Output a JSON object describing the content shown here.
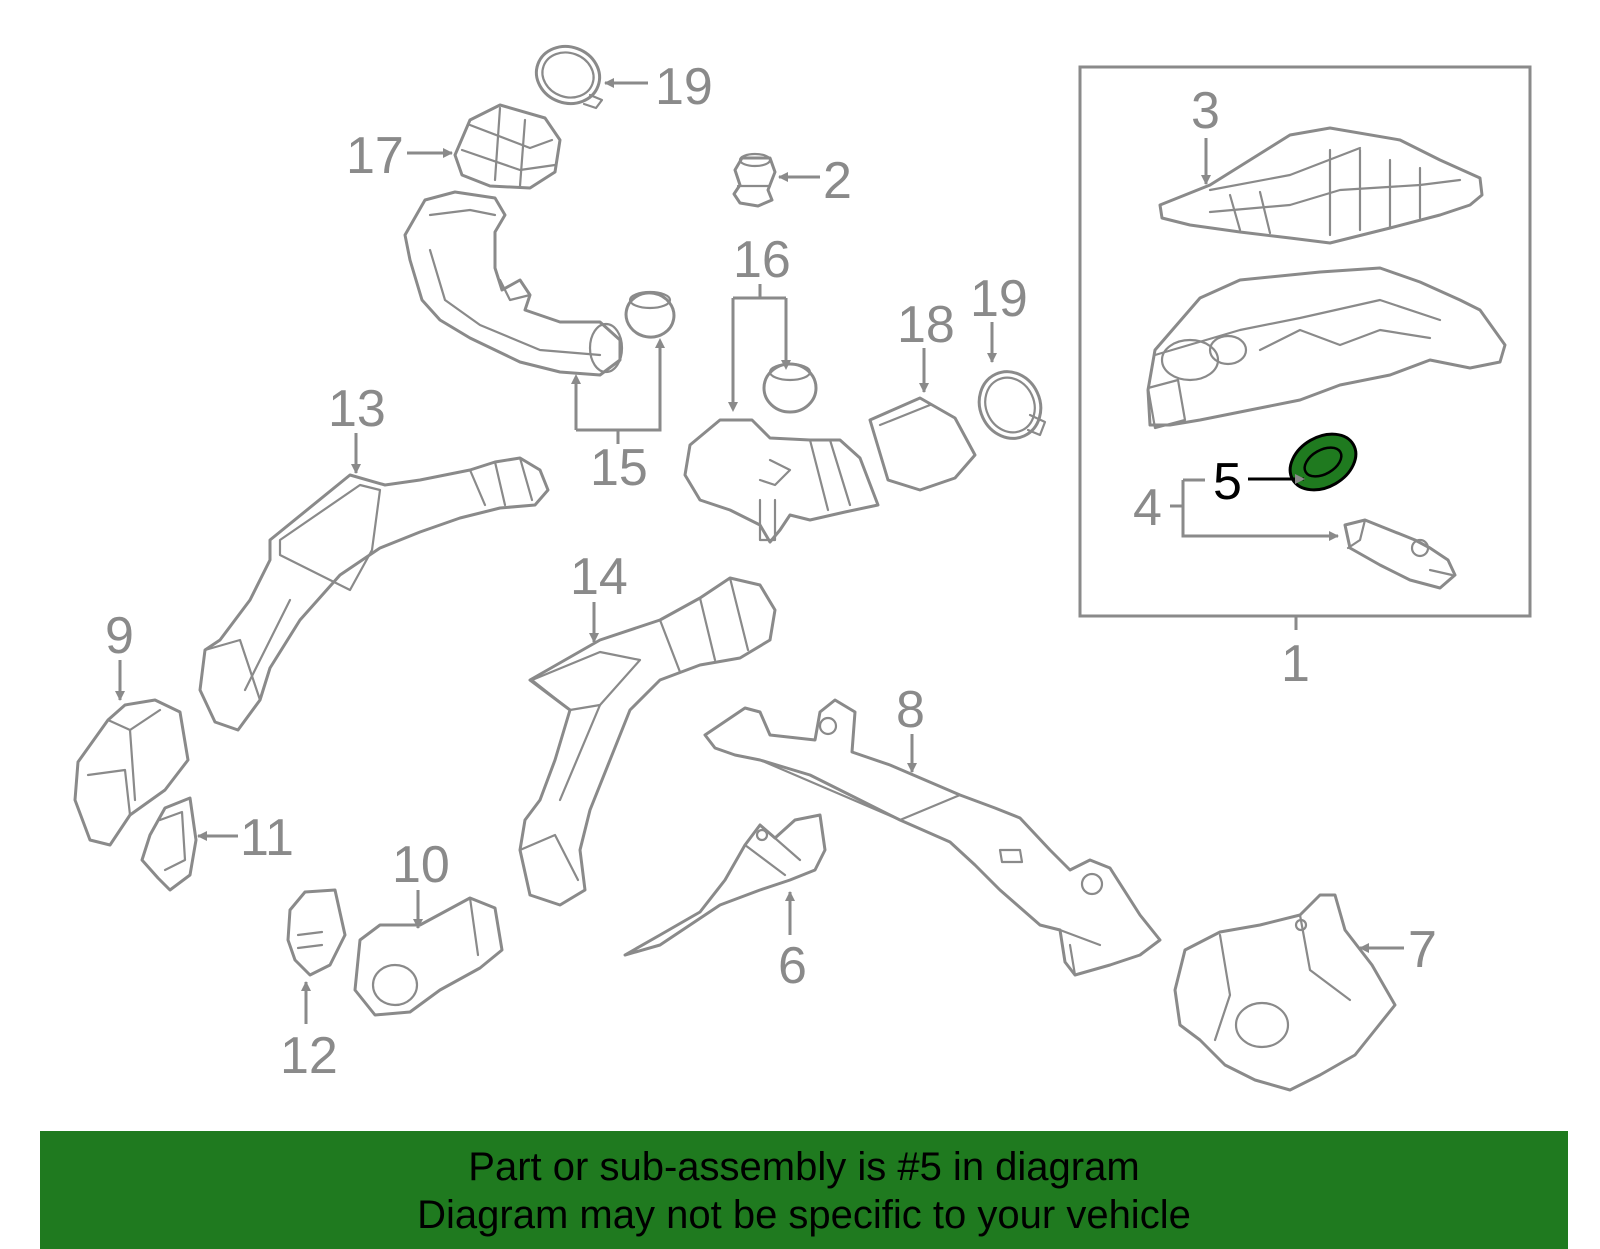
{
  "callouts": {
    "c1": "1",
    "c2": "2",
    "c3": "3",
    "c4": "4",
    "c5": "5",
    "c6": "6",
    "c7": "7",
    "c8": "8",
    "c9": "9",
    "c10": "10",
    "c11": "11",
    "c12": "12",
    "c13": "13",
    "c14": "14",
    "c15": "15",
    "c16": "16",
    "c17": "17",
    "c18": "18",
    "c19a": "19",
    "c19b": "19"
  },
  "highlight": {
    "part_number": "5",
    "color": "#1f7a1f"
  },
  "colors": {
    "line_gray": "#8a8a8a",
    "banner_green": "#1f7a1f"
  },
  "banner": {
    "line1": "Part or sub-assembly is #5 in diagram",
    "line2": "Diagram may not be specific to your vehicle"
  }
}
